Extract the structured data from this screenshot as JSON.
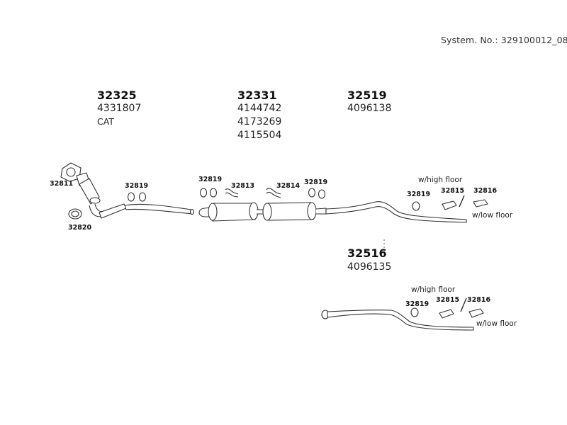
{
  "header": {
    "system_no": "System. No.: 329100012_08"
  },
  "groups": {
    "g32325": {
      "number": "32325",
      "oem": [
        "4331807",
        "CAT"
      ]
    },
    "g32331": {
      "number": "32331",
      "oem": [
        "4144742",
        "4173269",
        "4115504"
      ]
    },
    "g32519": {
      "number": "32519",
      "oem": [
        "4096138"
      ]
    },
    "g32516": {
      "number": "32516",
      "oem": [
        "4096135"
      ]
    }
  },
  "callouts": {
    "c32811": "32811",
    "c32820": "32820",
    "c32819_a": "32819",
    "c32819_b": "32819",
    "c32813": "32813",
    "c32814": "32814",
    "c32819_c": "32819",
    "c32819_d": "32819",
    "c32815_a": "32815",
    "c32816_a": "32816",
    "c32819_e": "32819",
    "c32815_b": "32815",
    "c32816_b": "32816"
  },
  "notes": {
    "high_floor_a": "w/high floor",
    "low_floor_a": "w/low floor",
    "high_floor_b": "w/high floor",
    "low_floor_b": "w/low floor"
  }
}
